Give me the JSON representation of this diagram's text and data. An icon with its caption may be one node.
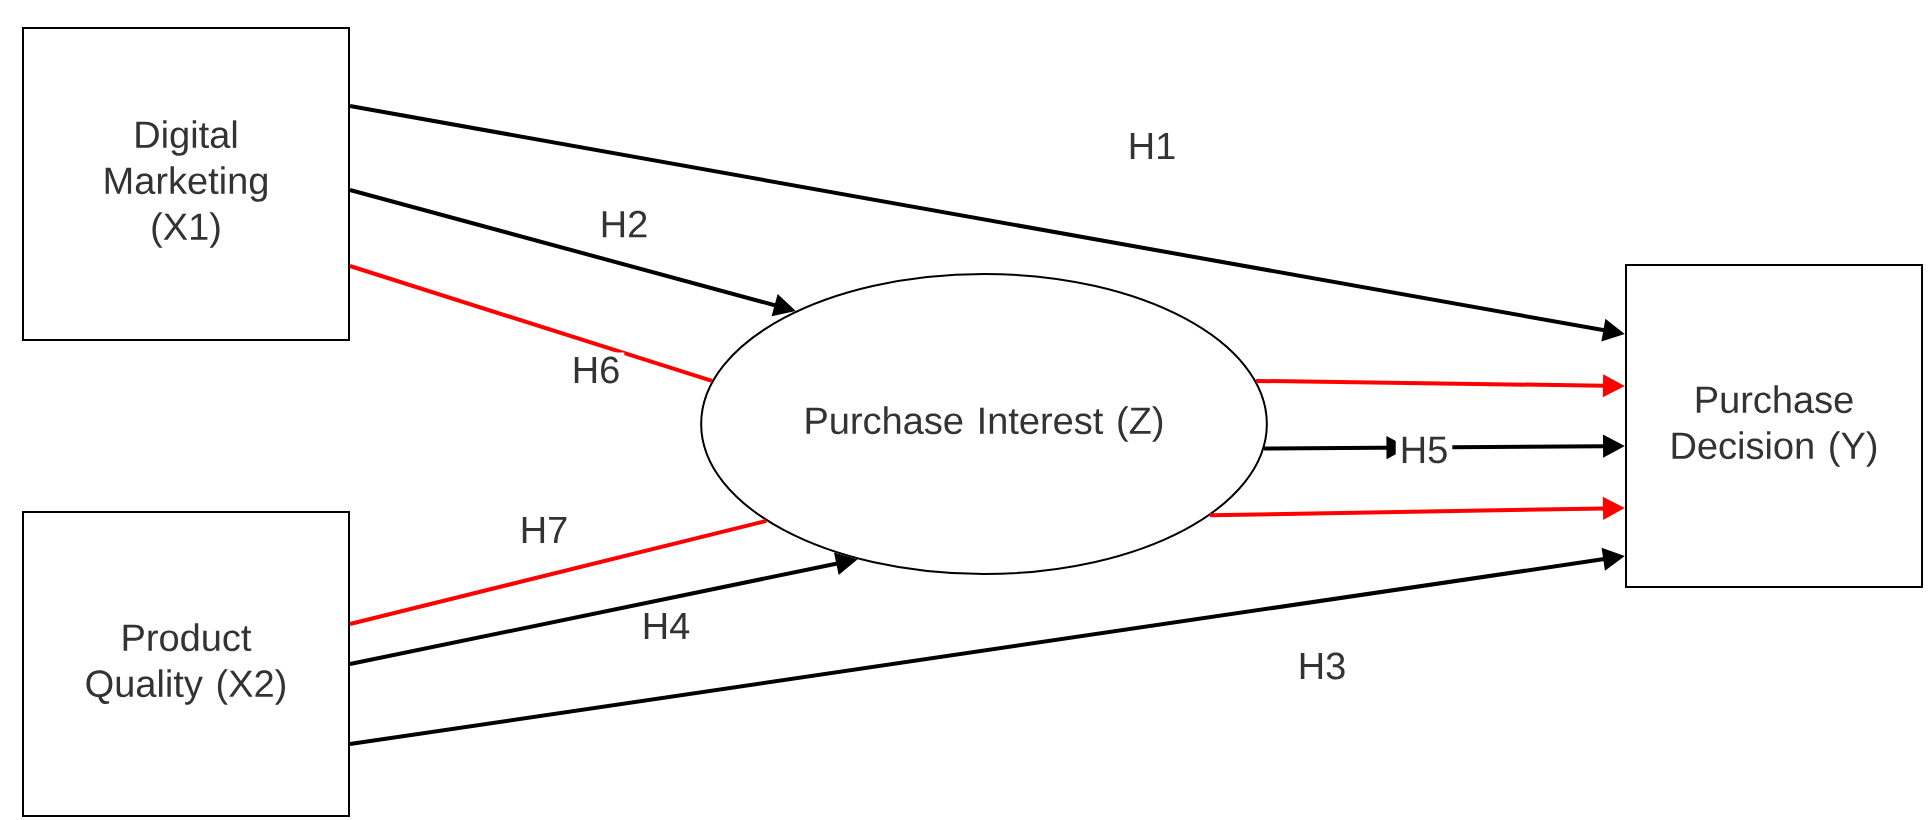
{
  "diagram": {
    "nodes": [
      {
        "text": [
          "Digital Marketing (X1)"
        ]
      },
      {
        "text": [
          "Product Quality (X2)"
        ]
      },
      {
        "text": [
          "Purchase Interest (Z)"
        ]
      },
      {
        "text": [
          "Purchase Decision (Y)"
        ]
      }
    ],
    "edges": [
      {
        "from": 0,
        "to": 3,
        "arrow": "to",
        "label": "H1"
      },
      {
        "from": 0,
        "to": 2,
        "arrow": "to",
        "label": "H2"
      },
      {
        "from": 0,
        "to": 2,
        "arrow": "none",
        "label": "H6",
        "color": "#ff0000"
      },
      {
        "from": 1,
        "to": 2,
        "arrow": "none",
        "label": "H7",
        "color": "#ff0000"
      },
      {
        "from": 1,
        "to": 2,
        "arrow": "to",
        "label": "H4"
      },
      {
        "from": 1,
        "to": 3,
        "arrow": "to",
        "label": "H3"
      },
      {
        "from": 2,
        "to": 3,
        "arrow": "to",
        "label": "H5"
      },
      {
        "from": 2,
        "to": 3,
        "arrow": "to",
        "color": "#ff0000"
      },
      {
        "from": 2,
        "to": 3,
        "arrow": "to",
        "color": "#ff0000"
      }
    ]
  }
}
